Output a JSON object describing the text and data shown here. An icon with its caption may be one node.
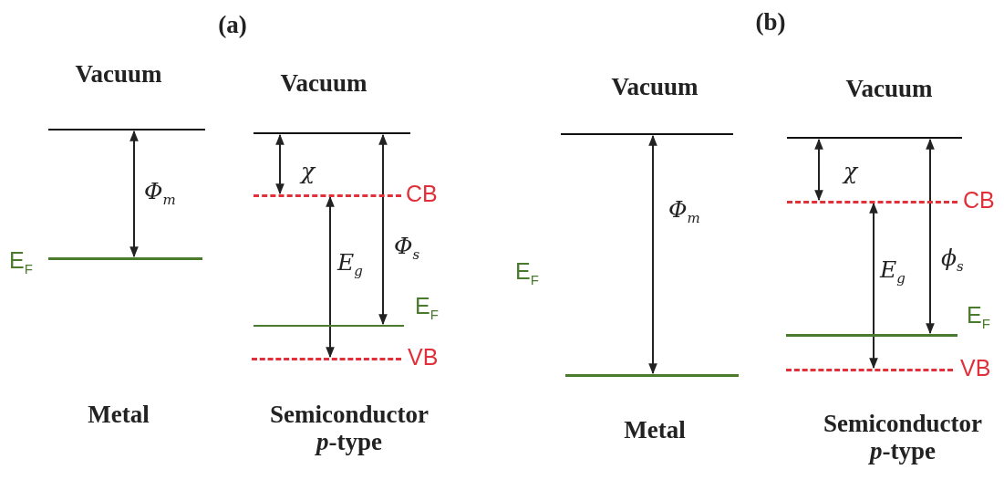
{
  "diagram": {
    "nodes": [
      {
        "text": [],
        "shape": "bar",
        "beside": [
          "Vacuum"
        ]
      },
      {
        "text": [],
        "shape": "bar",
        "beside": [
          "E$_{F}$"
        ]
      },
      {
        "text": [],
        "shape": "bar",
        "beside": [
          "Vacuum"
        ]
      },
      {
        "text": [],
        "shape": "bar",
        "beside": [
          "CB"
        ]
      },
      {
        "text": [],
        "shape": "bar",
        "beside": [
          "E$_{F}$"
        ]
      },
      {
        "text": [],
        "shape": "bar",
        "beside": [
          "VB"
        ]
      },
      {
        "text": [],
        "shape": "bar",
        "beside": [
          "Vacuum"
        ]
      },
      {
        "text": [],
        "shape": "bar"
      },
      {
        "text": [],
        "shape": "bar",
        "beside": [
          "Vacuum"
        ]
      },
      {
        "text": [],
        "shape": "bar",
        "beside": [
          "CB"
        ]
      },
      {
        "text": [],
        "shape": "bar",
        "beside": [
          "E$_{F}$"
        ]
      },
      {
        "text": [],
        "shape": "bar",
        "beside": [
          "VB"
        ]
      }
    ],
    "edges": [
      {
        "from": 0,
        "to": 1,
        "arrow": "both",
        "label": "Φ$_{m}$"
      },
      {
        "from": 2,
        "to": 3,
        "arrow": "both",
        "label": "χ"
      },
      {
        "from": 3,
        "to": 5,
        "arrow": "both",
        "label": "E$_{g}$"
      },
      {
        "from": 2,
        "to": 4,
        "arrow": "both",
        "label": "Φ$_{s}$"
      },
      {
        "from": 6,
        "to": 7,
        "arrow": "both",
        "label": "Φ$_{m}$"
      },
      {
        "from": 8,
        "to": 9,
        "arrow": "both",
        "label": "χ"
      },
      {
        "from": 9,
        "to": 11,
        "arrow": "both",
        "label": "E$_{g}$"
      },
      {
        "from": 8,
        "to": 10,
        "arrow": "both",
        "label": "ϕ$_{s}$"
      }
    ],
    "labels": [
      "(a)",
      "(b)",
      "E$_{F}$",
      "Metal",
      "Semiconductor *p*-type",
      "Metal",
      "Semiconductor *p*-type"
    ]
  }
}
